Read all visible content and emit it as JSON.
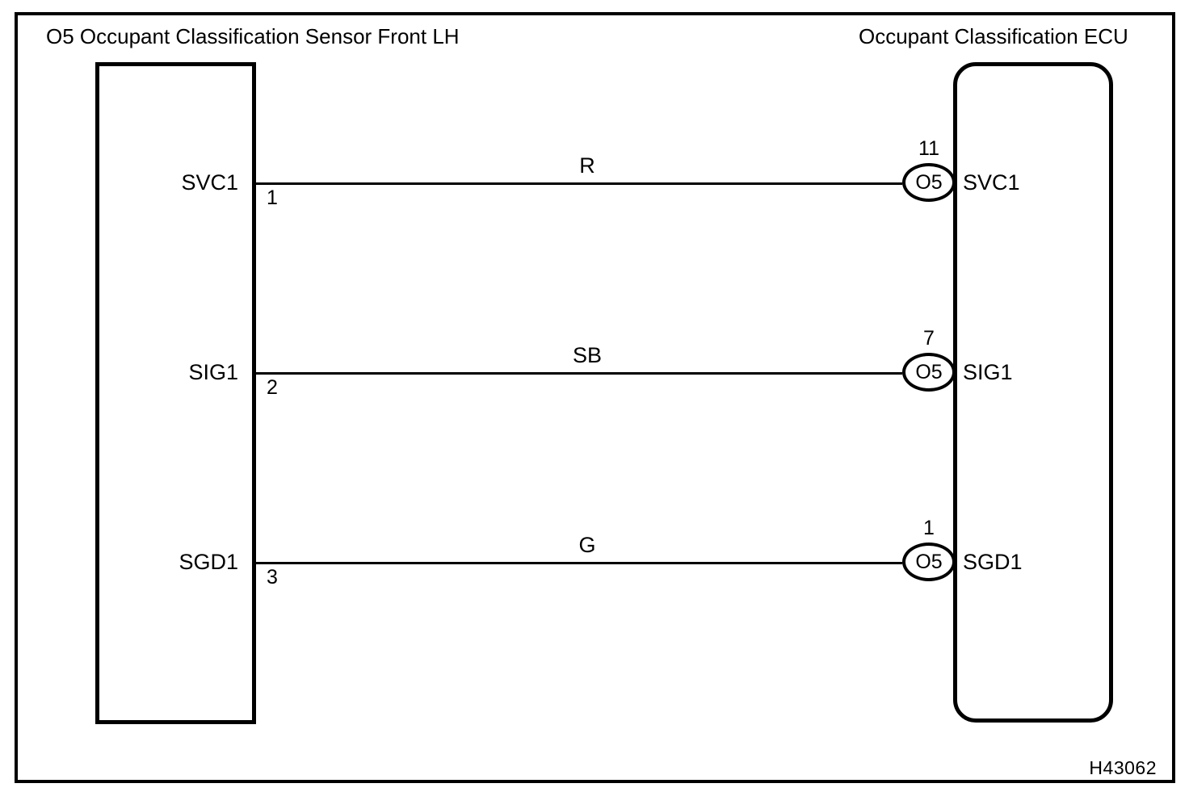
{
  "diagram": {
    "reference_code": "H43062",
    "left_component": {
      "title": "O5 Occupant Classification Sensor Front LH",
      "shape": "rectangle"
    },
    "right_component": {
      "title": "Occupant Classification ECU",
      "shape": "rounded-rectangle"
    },
    "connections": [
      {
        "sensor_terminal": "SVC1",
        "sensor_pin": "1",
        "wire_color": "R",
        "ecu_connector": "O5",
        "ecu_pin": "11",
        "ecu_terminal": "SVC1"
      },
      {
        "sensor_terminal": "SIG1",
        "sensor_pin": "2",
        "wire_color": "SB",
        "ecu_connector": "O5",
        "ecu_pin": "7",
        "ecu_terminal": "SIG1"
      },
      {
        "sensor_terminal": "SGD1",
        "sensor_pin": "3",
        "wire_color": "G",
        "ecu_connector": "O5",
        "ecu_pin": "1",
        "ecu_terminal": "SGD1"
      }
    ]
  }
}
